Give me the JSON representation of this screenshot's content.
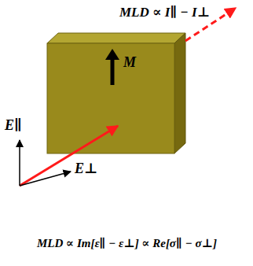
{
  "diagram": {
    "labels": [
      "MLD ∝ I∥ − I⊥",
      "M",
      "E∥",
      "E⊥",
      "MLD ∝ Im[ε∥ − ε⊥] ∝ Re[σ∥ − σ⊥]"
    ]
  }
}
